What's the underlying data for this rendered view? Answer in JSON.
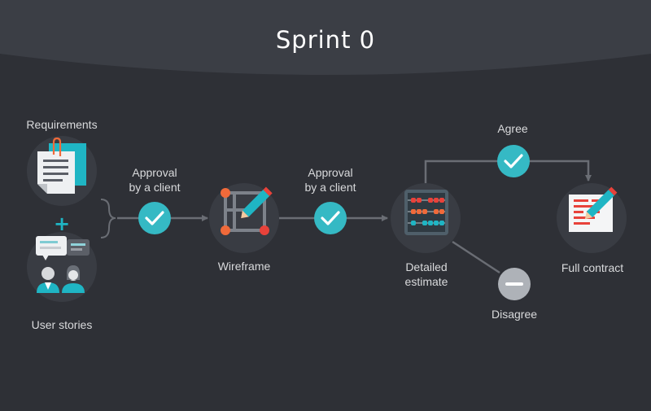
{
  "title": "Sprint 0",
  "nodes": {
    "requirements": {
      "label": "Requirements"
    },
    "user_stories": {
      "label": "User stories"
    },
    "wireframe": {
      "label": "Wireframe"
    },
    "estimate": {
      "label_line1": "Detailed",
      "label_line2": "estimate"
    },
    "contract": {
      "label": "Full contract"
    }
  },
  "edges": {
    "approval1": {
      "line1": "Approval",
      "line2": "by a client"
    },
    "approval2": {
      "line1": "Approval",
      "line2": "by a client"
    },
    "agree": {
      "label": "Agree"
    },
    "disagree": {
      "label": "Disagree"
    }
  },
  "plus_sign": "+",
  "colors": {
    "background": "#2e3036",
    "header_band": "#3b3e45",
    "circle": "#393c43",
    "check": "#35b9c4",
    "minus_circle": "#aeb2b8",
    "arrow": "#6a6d74",
    "teal_accent": "#1fb5c4",
    "red_accent": "#e8423a",
    "orange_accent": "#f06a3a"
  },
  "icons": [
    "document-icon",
    "chat-icon",
    "users-icon",
    "wireframe-icon",
    "abacus-icon",
    "contract-icon",
    "check-icon",
    "minus-icon",
    "plus-icon"
  ]
}
